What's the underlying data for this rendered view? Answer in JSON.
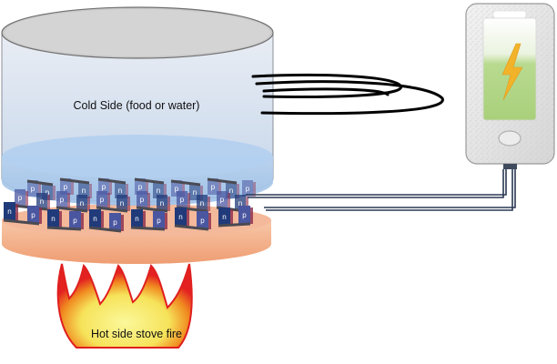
{
  "labels": {
    "cold_side": "Cold Side (food or water)",
    "hot_side": "Hot side stove fire"
  },
  "elements": {
    "p_type": "p",
    "n_type": "n"
  },
  "icons": {
    "phone": "smartphone-icon",
    "battery": "battery-charging-icon",
    "bolt": "lightning-bolt-icon"
  },
  "colors": {
    "cold_side": "#c9d9ec",
    "cold_water": "#a9c8ea",
    "hot_plate": "#f2b290",
    "fire_outer": "#e52020",
    "fire_inner": "#f8f58a",
    "battery_fill": "#b6d98a",
    "bolt": "#f2b32a",
    "p_element": "#4a56a0",
    "n_element": "#203a7a",
    "wire": "#24334a"
  }
}
